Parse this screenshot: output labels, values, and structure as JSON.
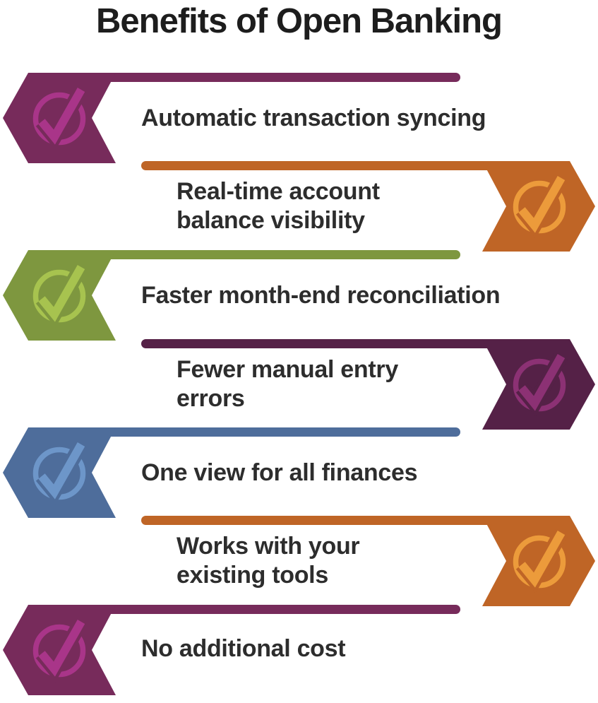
{
  "title": "Benefits of Open Banking",
  "title_color": "#1d1d1d",
  "text_color": "#2d2d2d",
  "background_color": "#ffffff",
  "icon_style": "circle-with-check",
  "rows": [
    {
      "side": "left",
      "lines": [
        "Automatic transaction syncing"
      ],
      "body_color": "#772B5B",
      "check_color": "#A93589"
    },
    {
      "side": "right",
      "lines": [
        "Real-time account",
        "balance visibility"
      ],
      "body_color": "#BF6526",
      "check_color": "#EC9B3B"
    },
    {
      "side": "left",
      "lines": [
        "Faster month-end reconciliation"
      ],
      "body_color": "#7E973F",
      "check_color": "#A7C34F"
    },
    {
      "side": "right",
      "lines": [
        "Fewer manual entry",
        "errors"
      ],
      "body_color": "#552147",
      "check_color": "#8C3174"
    },
    {
      "side": "left",
      "lines": [
        "One view for all finances"
      ],
      "body_color": "#4E6D9B",
      "check_color": "#6D96C9"
    },
    {
      "side": "right",
      "lines": [
        "Works with your",
        "existing tools"
      ],
      "body_color": "#BF6526",
      "check_color": "#EC9B3B"
    },
    {
      "side": "left",
      "lines": [
        "No additional cost"
      ],
      "body_color": "#772B5B",
      "check_color": "#A93589"
    }
  ]
}
